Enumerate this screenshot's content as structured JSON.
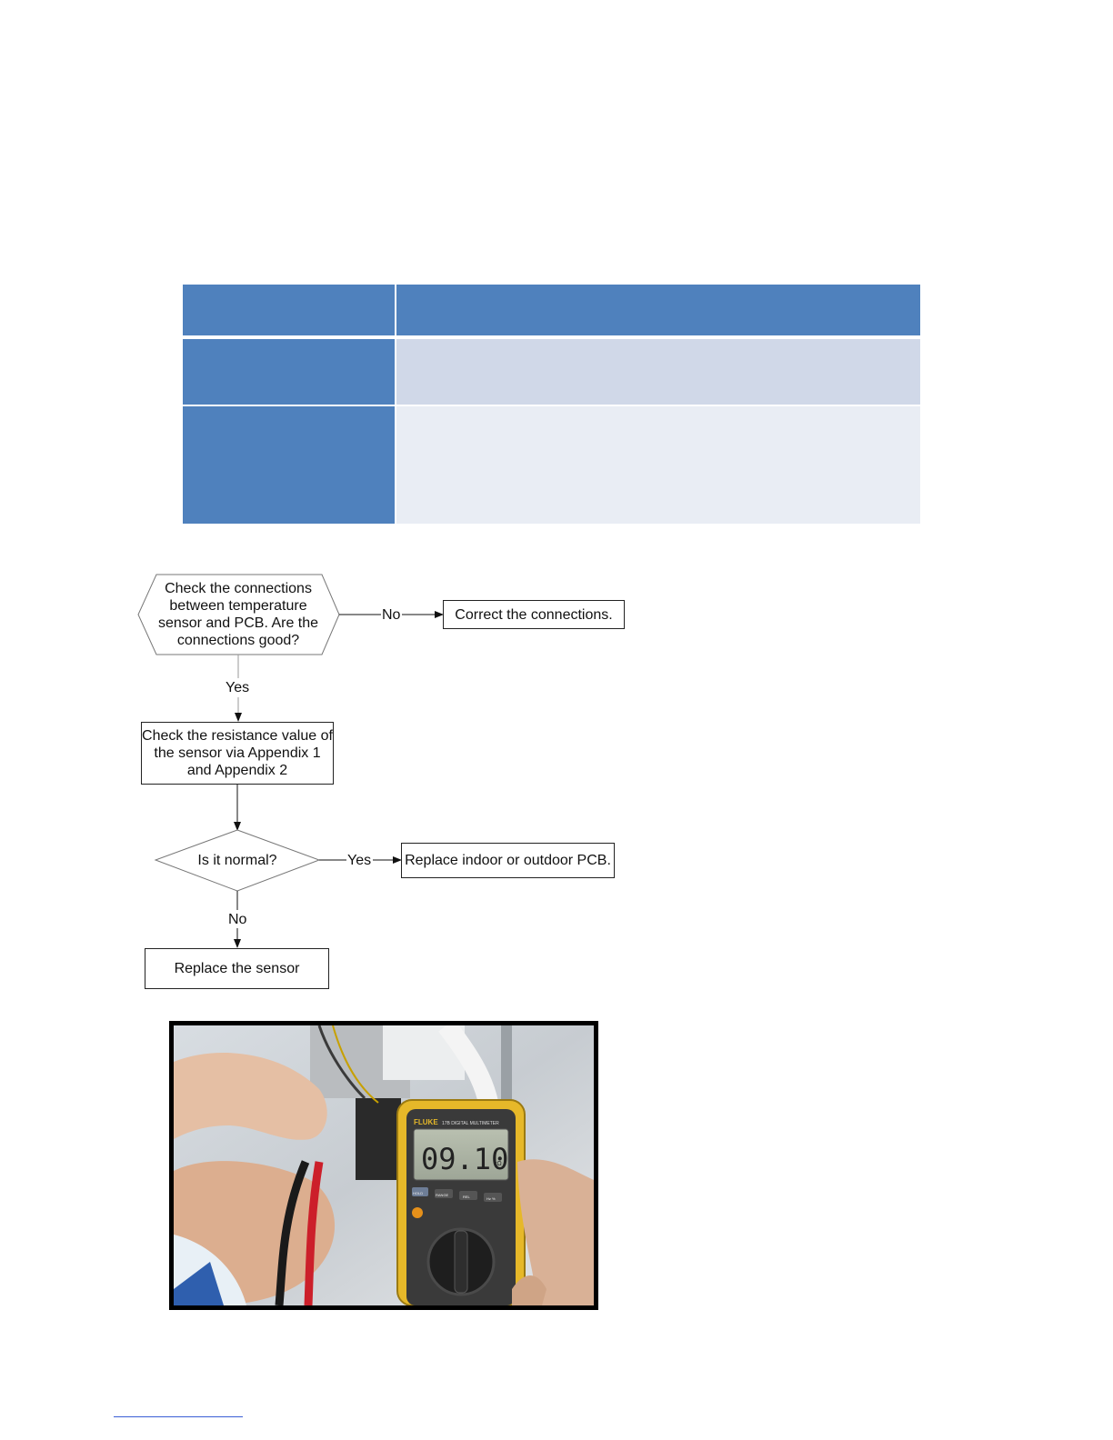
{
  "table": {
    "header": {
      "label": "",
      "value": ""
    },
    "rows": [
      {
        "label": "",
        "value": ""
      },
      {
        "label": "",
        "value": ""
      }
    ]
  },
  "flowchart": {
    "start_decision": "Check the connections between temperature sensor and PCB. Are the connections good?",
    "no_label_1": "No",
    "action_correct": "Correct the connections.",
    "yes_label_1": "Yes",
    "action_check": "Check the resistance value of the sensor via Appendix 1 and Appendix 2",
    "decision_normal": "Is it normal?",
    "yes_label_2": "Yes",
    "action_replace_pcb": "Replace indoor or outdoor PCB.",
    "no_label_2": "No",
    "action_replace_sensor": "Replace the sensor"
  },
  "photo": {
    "meter_brand": "FLUKE",
    "meter_model": "17B DIGITAL MULTIMETER",
    "meter_reading": "09.10",
    "meter_unit": "kΩ",
    "buttons": [
      "HOLD",
      "RANGE",
      "REL",
      "Hz %"
    ]
  },
  "colors": {
    "table_header": "#4f81bd",
    "table_row_1": "#d0d8e8",
    "table_row_2": "#e9edf4",
    "meter_body": "#e6b829"
  }
}
